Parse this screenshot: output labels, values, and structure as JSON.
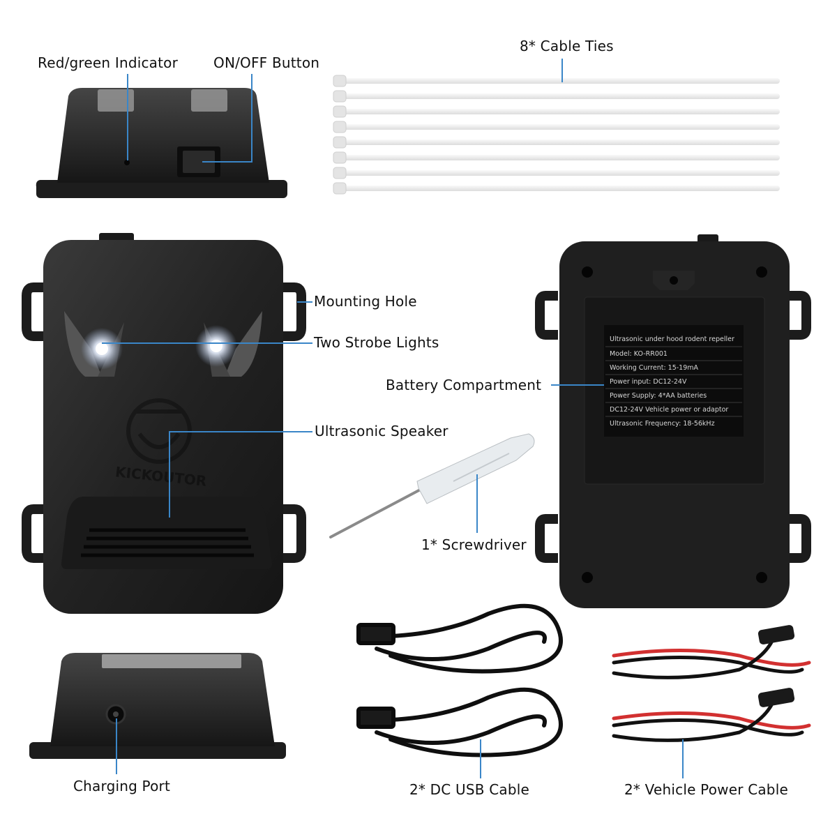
{
  "labels": {
    "indicator": "Red/green Indicator",
    "on_off": "ON/OFF Button",
    "cable_ties": "8* Cable Ties",
    "mounting_hole": "Mounting Hole",
    "strobe_lights": "Two Strobe Lights",
    "battery_compartment": "Battery Compartment",
    "ultrasonic_speaker": "Ultrasonic Speaker",
    "screwdriver": "1* Screwdriver",
    "charging_port": "Charging Port",
    "dc_usb_cable": "2* DC USB Cable",
    "vehicle_power_cable": "2* Vehicle Power Cable"
  },
  "brand": "KICKOUTOR",
  "spec_plate": [
    "Ultrasonic under hood rodent repeller",
    "Model: KO-RR001",
    "Working Current: 15-19mA",
    "Power input: DC12-24V",
    "Power Supply: 4*AA batteries",
    "DC12-24V Vehicle power or adaptor",
    "Ultrasonic Frequency: 18-56kHz"
  ],
  "colors": {
    "accent_line": "#3a86c8",
    "device_body": "#1c1c1c",
    "cable_tie": "#ececec"
  }
}
